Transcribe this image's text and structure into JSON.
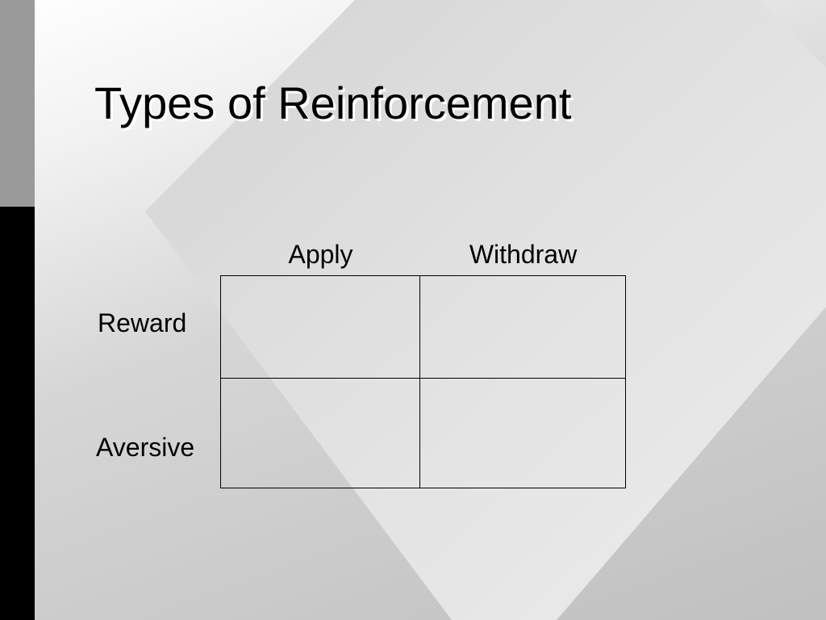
{
  "slide": {
    "title": "Types of Reinforcement",
    "columns": [
      "Apply",
      "Withdraw"
    ],
    "rows": [
      "Reward",
      "Aversive"
    ],
    "cells": [
      [
        "",
        ""
      ],
      [
        "",
        ""
      ]
    ]
  },
  "colors": {
    "background_light": "#ffffff",
    "background_dark": "#c0c0c0",
    "diamond": "#e0e0e0",
    "left_bar_top": "#9a9a9a",
    "left_bar_bottom": "#000000",
    "text": "#000000"
  }
}
